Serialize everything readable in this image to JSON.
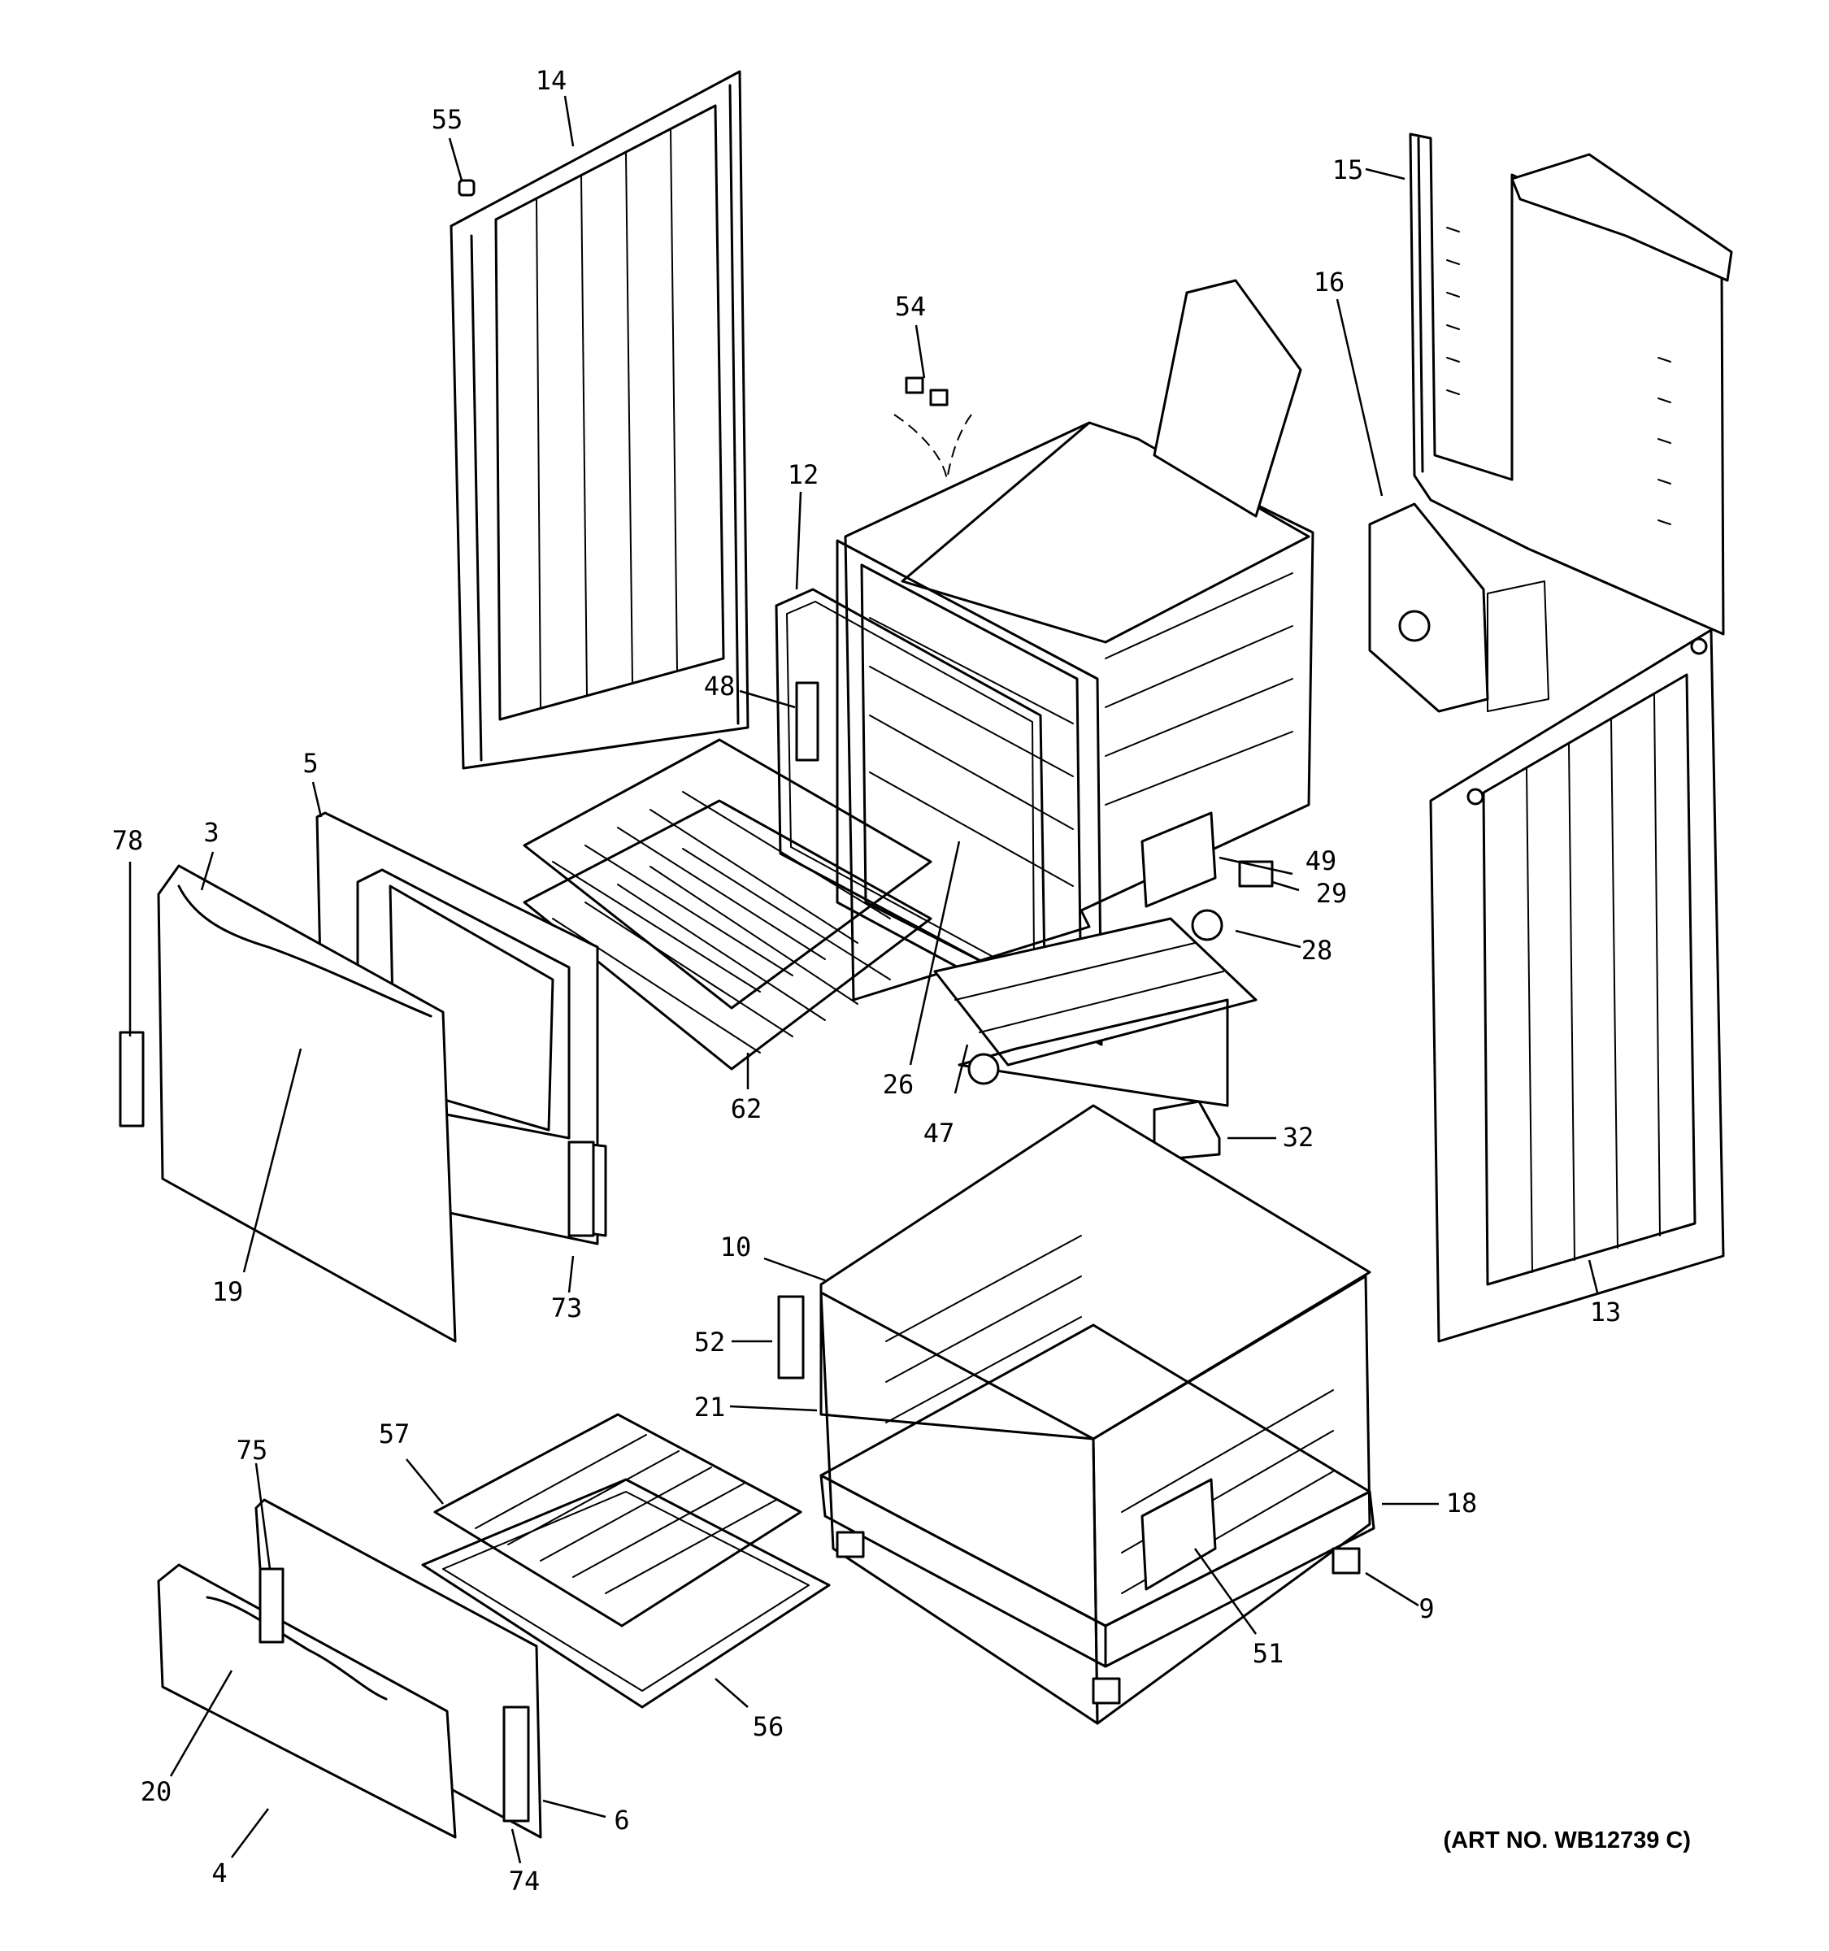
{
  "art_number": "(ART NO. WB12739 C)",
  "callouts": [
    "14",
    "55",
    "15",
    "16",
    "54",
    "12",
    "48",
    "5",
    "78",
    "3",
    "49",
    "29",
    "28",
    "26",
    "62",
    "47",
    "32",
    "19",
    "73",
    "10",
    "13",
    "52",
    "21",
    "57",
    "18",
    "75",
    "9",
    "51",
    "56",
    "20",
    "6",
    "4",
    "74"
  ]
}
